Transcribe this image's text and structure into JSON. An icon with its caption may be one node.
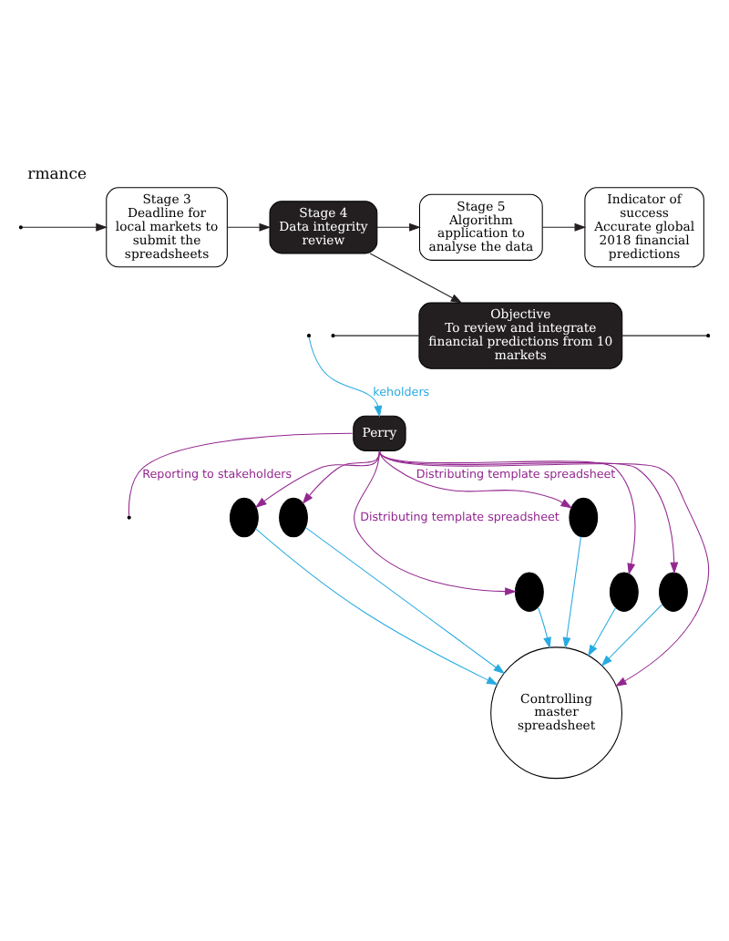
{
  "diagram": {
    "title": "rmance",
    "nodes": [
      {
        "text": [
          "Stage 3",
          "Deadline for local markets to submit the spreadsheets"
        ]
      },
      {
        "text": [
          "Stage 4",
          "Data integrity review"
        ]
      },
      {
        "text": [
          "Stage 5",
          "Algorithm application to analyse the data"
        ]
      },
      {
        "text": [
          "Indicator of success",
          "Accurate global 2018 financial predictions"
        ]
      },
      {
        "text": [
          "Objective",
          "To review and integrate financial predictions from 10 markets"
        ]
      },
      {
        "text": [
          "Perry"
        ]
      },
      {
        "text": [
          "Controlling master spreadsheet"
        ]
      },
      {
        "text": [],
        "shape": "person"
      },
      {
        "text": [],
        "shape": "person"
      },
      {
        "text": [],
        "shape": "person"
      },
      {
        "text": [],
        "shape": "person"
      },
      {
        "text": [],
        "shape": "person"
      },
      {
        "text": [],
        "shape": "person"
      }
    ],
    "edges": [
      {
        "from": null,
        "to": 0,
        "arrow": "to",
        "color": "#231f20"
      },
      {
        "from": 0,
        "to": 1,
        "arrow": "to",
        "color": "#231f20"
      },
      {
        "from": 1,
        "to": 2,
        "arrow": "to",
        "color": "#231f20"
      },
      {
        "from": 2,
        "to": 3,
        "arrow": "to",
        "color": "#231f20"
      },
      {
        "from": 1,
        "to": 4,
        "arrow": "to",
        "color": "#231f20"
      },
      {
        "from": null,
        "to": 4,
        "arrow": "none",
        "color": "#231f20"
      },
      {
        "from": 4,
        "to": null,
        "arrow": "none",
        "color": "#231f20"
      },
      {
        "from": 5,
        "to": null,
        "arrow": "none",
        "label": "Reporting to stakeholders",
        "color": "#93278f"
      },
      {
        "from": null,
        "to": 5,
        "arrow": "to",
        "label": "keholders",
        "color": "#29abe2"
      },
      {
        "from": 5,
        "to": 6,
        "arrow": "to",
        "color": "#93278f"
      },
      {
        "from": 5,
        "to": 7,
        "arrow": "to",
        "label": "Distributing template spreadsheet",
        "color": "#93278f"
      },
      {
        "from": 5,
        "to": 8,
        "arrow": "to",
        "color": "#93278f"
      },
      {
        "from": 5,
        "to": 9,
        "arrow": "to",
        "color": "#93278f"
      },
      {
        "from": 5,
        "to": 10,
        "arrow": "to",
        "label": "Distributing template spreadsheet",
        "color": "#93278f"
      },
      {
        "from": 5,
        "to": 11,
        "arrow": "to",
        "color": "#93278f"
      },
      {
        "from": 5,
        "to": 12,
        "arrow": "to",
        "color": "#93278f"
      },
      {
        "from": 7,
        "to": 6,
        "arrow": "to",
        "color": "#29abe2"
      },
      {
        "from": 8,
        "to": 6,
        "arrow": "to",
        "color": "#29abe2"
      },
      {
        "from": 9,
        "to": 6,
        "arrow": "to",
        "color": "#29abe2"
      },
      {
        "from": 10,
        "to": 6,
        "arrow": "to",
        "color": "#29abe2"
      },
      {
        "from": 11,
        "to": 6,
        "arrow": "to",
        "color": "#29abe2"
      },
      {
        "from": 12,
        "to": 6,
        "arrow": "to",
        "color": "#29abe2"
      }
    ]
  }
}
